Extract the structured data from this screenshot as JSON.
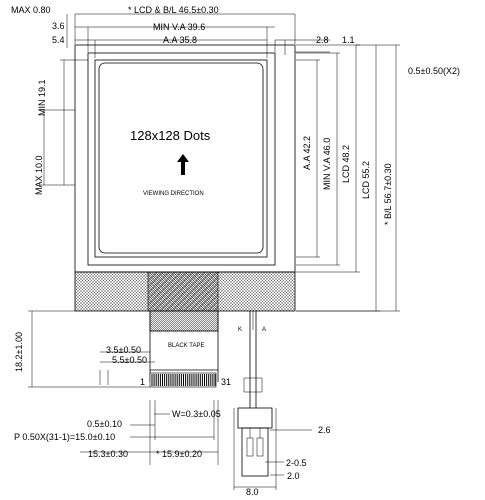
{
  "lcd": {
    "resolution": "128x128 Dots",
    "viewing_direction": "VIEWING DIRECTION"
  },
  "dimensions": {
    "max_080": "MAX 0.80",
    "lcd_bl_width": "* LCD & B/L 46.5±0.30",
    "v36": "3.6",
    "min_va_396": "MIN V.A 39.6",
    "v54": "5.4",
    "aa_358": "A.A 35.8",
    "v28": "2.8",
    "v11": "1.1",
    "v05_x2": "0.5±0.50(X2)",
    "min_191": "MIN 19.1",
    "max_100": "MAX 10.0",
    "aa_422": "A.A 42.2",
    "min_va_460": "MIN V.A 46.0",
    "lcd_482": "LCD 48.2",
    "lcd_552": "LCD 55.2",
    "bl_567": "* B/L 56.7±0.30",
    "v182": "18.2±1.00",
    "v35": "3.5±0.50",
    "v55": "5.5±0.50",
    "pin1": "1",
    "pin31": "31",
    "w03": "W=0.3±0.05",
    "v05_010": "0.5±0.10",
    "pitch": "P 0.50X(31-1)=15.0±0.10",
    "v153": "15.3±0.30",
    "v159": "* 15.9±0.20",
    "v26": "2.6",
    "v205": "2-0.5",
    "v20": "2.0",
    "v80": "8.0"
  },
  "labels": {
    "black_tape": "BLACK TAPE",
    "k": "K",
    "a": "A"
  }
}
